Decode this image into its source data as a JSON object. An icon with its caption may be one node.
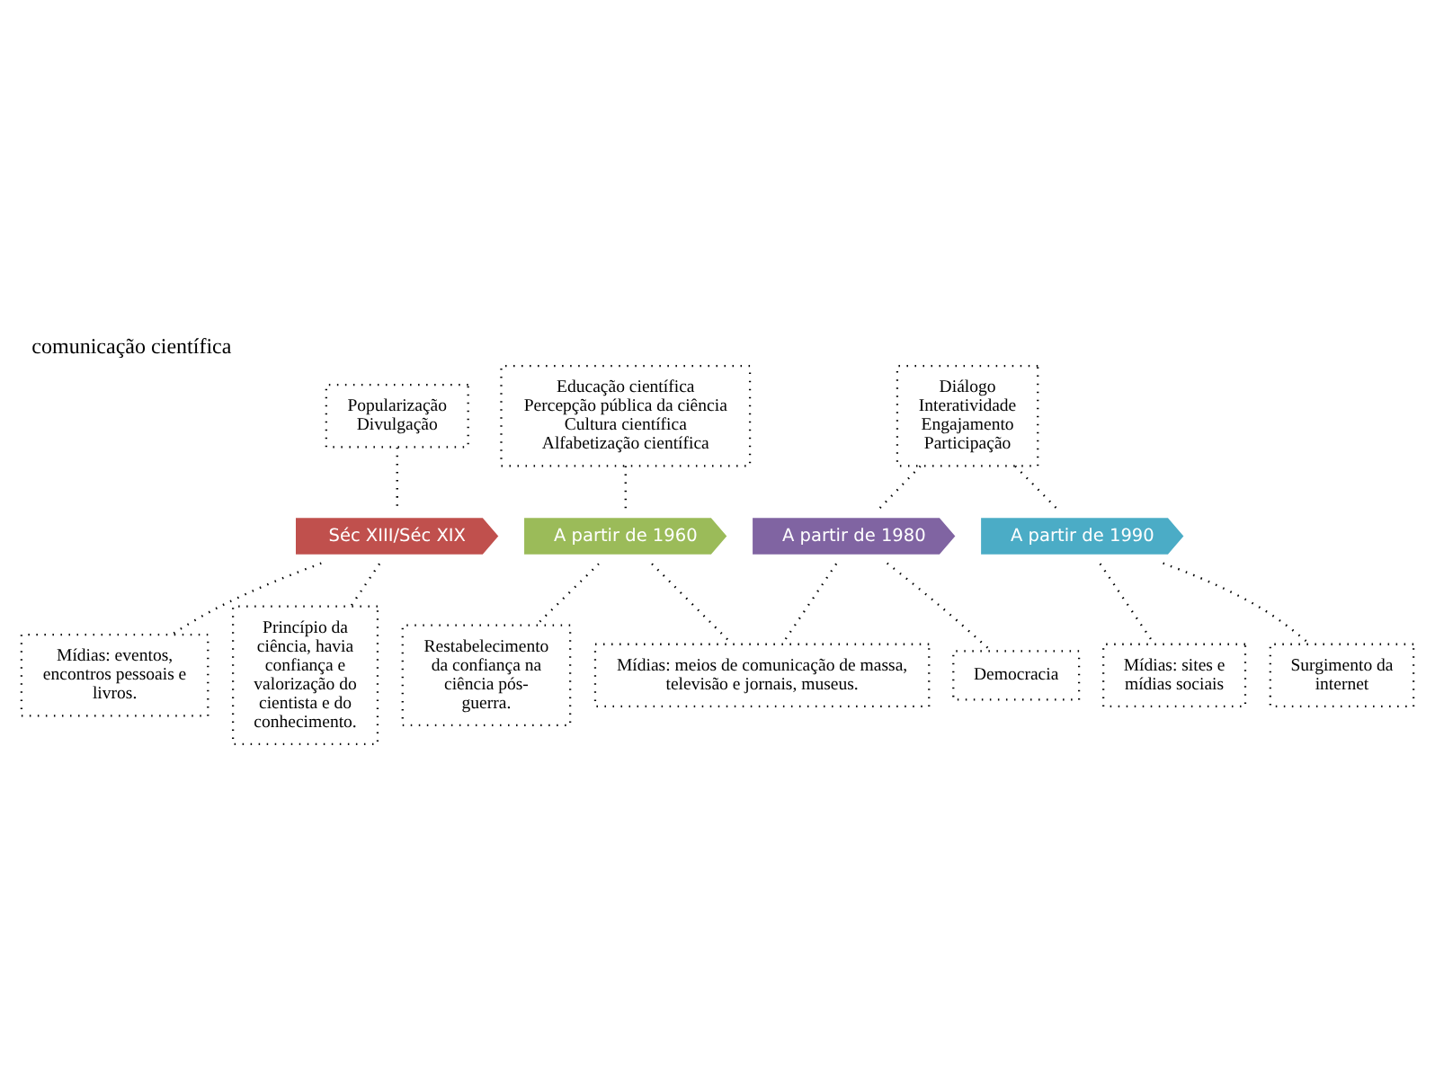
{
  "diagram": {
    "title": "comunicação científica",
    "nodes": [
      {
        "text": [
          "Séc XIII/Séc XIX"
        ]
      },
      {
        "text": [
          "A partir de 1960"
        ]
      },
      {
        "text": [
          "A partir de 1980"
        ]
      },
      {
        "text": [
          "A partir de 1990"
        ]
      },
      {
        "text": [
          "Popularização",
          "Divulgação"
        ]
      },
      {
        "text": [
          "Educação científica",
          "Percepção pública da ciência",
          "Cultura científica",
          "Alfabetização científica"
        ]
      },
      {
        "text": [
          "Diálogo",
          "Interatividade",
          "Engajamento",
          "Participação"
        ]
      },
      {
        "text": [
          "Princípio da ciência, havia confiança e valorização do cientista e do conhecimento."
        ]
      },
      {
        "text": [
          "Restabelecimento da confiança na ciência pós-guerra."
        ]
      },
      {
        "text": [
          "Democracia"
        ]
      },
      {
        "text": [
          "Surgimento da internet"
        ]
      },
      {
        "text": [
          "Mídias: eventos, encontros pessoais e livros."
        ]
      },
      {
        "text": [
          "Mídias: meios de comunicação de massa, televisão e jornais, museus."
        ]
      },
      {
        "text": [
          "Mídias: sites e mídias sociais"
        ]
      }
    ],
    "edges": [
      {
        "from": 4,
        "to": 0,
        "arrow": "none"
      },
      {
        "from": 5,
        "to": 1,
        "arrow": "none"
      },
      {
        "from": 6,
        "to": 2,
        "arrow": "none"
      },
      {
        "from": 6,
        "to": 3,
        "arrow": "none"
      },
      {
        "from": 0,
        "to": 7,
        "arrow": "none"
      },
      {
        "from": 0,
        "to": 11,
        "arrow": "none"
      },
      {
        "from": 1,
        "to": 8,
        "arrow": "none"
      },
      {
        "from": 1,
        "to": 12,
        "arrow": "none"
      },
      {
        "from": 2,
        "to": 12,
        "arrow": "none"
      },
      {
        "from": 2,
        "to": 9,
        "arrow": "none"
      },
      {
        "from": 3,
        "to": 10,
        "arrow": "none"
      },
      {
        "from": 3,
        "to": 13,
        "arrow": "none"
      }
    ]
  }
}
